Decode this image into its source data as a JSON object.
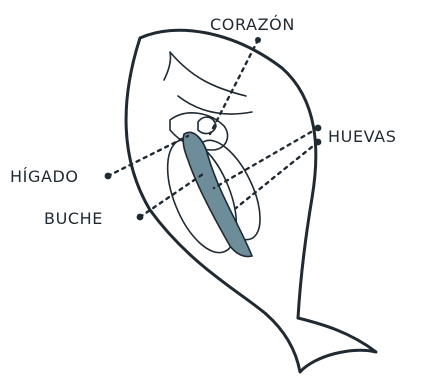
{
  "labels": {
    "heart": "CORAZÓN",
    "roe": "HUEVAS",
    "liver": "HÍGADO",
    "stomach": "BUCHE"
  },
  "colors": {
    "ink": "#1f2a33",
    "organ_fill": "#6e8d9a",
    "background": "#ffffff"
  }
}
